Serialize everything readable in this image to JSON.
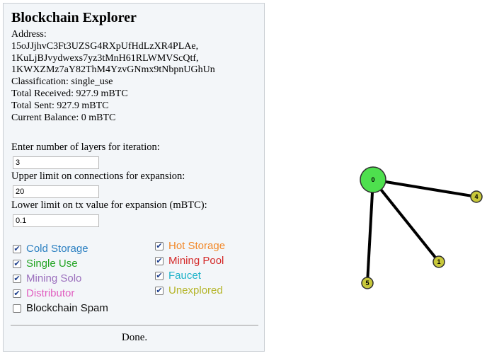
{
  "panel": {
    "title": "Blockchain Explorer",
    "address_label": "Address:",
    "addresses": [
      "15oJJjhvC3Ft3UZSG4RXpUfHdLzXR4PLAe,",
      "1KuLjBJvydwexs7yz3tMnH61RLWMVScQtf,",
      "1KWXZMz7aY82ThM4YzvGNmx9tNbpnUGhUn"
    ],
    "classification": "Classification: single_use",
    "total_received": "Total Received: 927.9 mBTC",
    "total_sent": "Total Sent: 927.9 mBTC",
    "current_balance": "Current Balance: 0 mBTC"
  },
  "form": {
    "layers_label": "Enter number of layers for iteration:",
    "layers_value": "3",
    "connections_label": "Upper limit on connections for expansion:",
    "connections_value": "20",
    "txvalue_label": "Lower limit on tx value for expansion (mBTC):",
    "txvalue_value": "0.1"
  },
  "filters": [
    {
      "label": "Cold Storage",
      "checked": true,
      "color": "#2a7fc1"
    },
    {
      "label": "Single Use",
      "checked": true,
      "color": "#24a524"
    },
    {
      "label": "Mining Solo",
      "checked": true,
      "color": "#9b6fbd"
    },
    {
      "label": "Distributor",
      "checked": true,
      "color": "#e15fc0"
    },
    {
      "label": "Blockchain Spam",
      "checked": false,
      "color": "#111111"
    },
    {
      "label": "Hot Storage",
      "checked": true,
      "color": "#f2892a"
    },
    {
      "label": "Mining Pool",
      "checked": true,
      "color": "#d42a2a"
    },
    {
      "label": "Faucet",
      "checked": true,
      "color": "#1fb3c9"
    },
    {
      "label": "Unexplored",
      "checked": true,
      "color": "#b5b52a"
    }
  ],
  "done_label": "Done.",
  "graph": {
    "nodes": [
      {
        "label": "0",
        "color": "#4ee04e",
        "role": "center"
      },
      {
        "label": "4",
        "color": "#c8c83a",
        "role": "neighbor"
      },
      {
        "label": "1",
        "color": "#c8c83a",
        "role": "neighbor"
      },
      {
        "label": "5",
        "color": "#c8c83a",
        "role": "neighbor"
      }
    ],
    "edges": [
      [
        "0",
        "4"
      ],
      [
        "0",
        "1"
      ],
      [
        "0",
        "5"
      ]
    ]
  }
}
